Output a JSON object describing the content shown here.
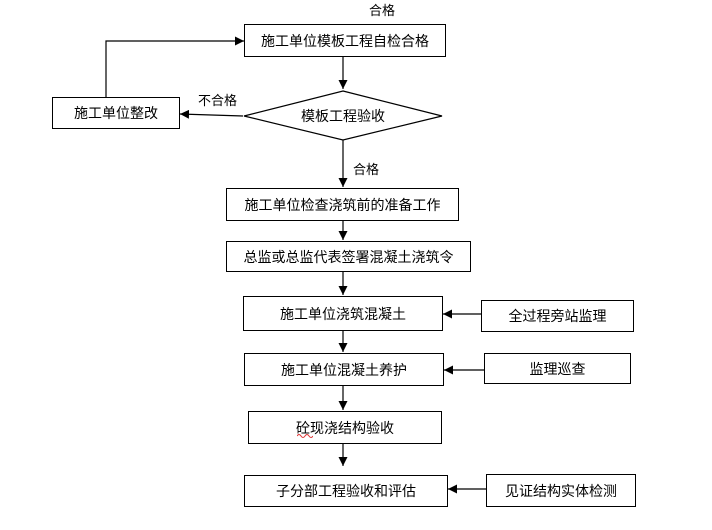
{
  "nodes": {
    "self_check": "施工单位模板工程自检合格",
    "acceptance": "模板工程验收",
    "rectify": "施工单位整改",
    "pre_pour_check": "施工单位检查浇筑前的准备工作",
    "pour_order": "总监或总监代表签署混凝土浇筑令",
    "pouring": "施工单位浇筑混凝土",
    "curing": "施工单位混凝土养护",
    "cast_in_place_acceptance": "砼现浇结构验收",
    "sub_division_acceptance": "子分部工程验收和评估"
  },
  "side_nodes": {
    "full_supervision": "全过程旁站监理",
    "inspection_tour": "监理巡查",
    "witness_testing": "见证结构实体检测"
  },
  "edge_labels": {
    "top_pass": "合格",
    "fail": "不合格",
    "pass": "合格"
  }
}
